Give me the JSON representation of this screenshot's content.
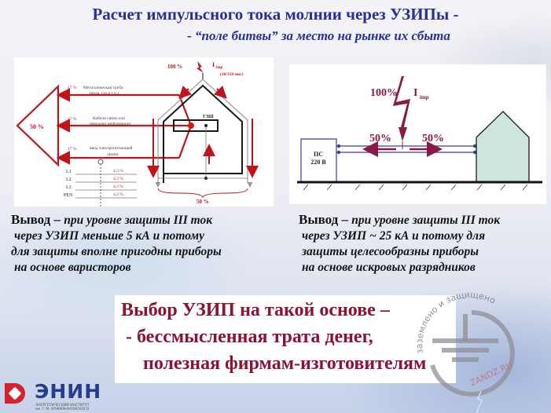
{
  "slide": {
    "title": "Расчет импульсного тока молнии через УЗИПы -",
    "subtitle": "- “поле битвы” за место на рынке их сбыта"
  },
  "diagram_left": {
    "top_percent": "100 %",
    "current_label": "I",
    "current_sub": "imp",
    "waveform": "(10/350 мкс)",
    "paths": [
      {
        "percent": "17 %",
        "label_1": "Металлическая труба",
        "label_2": "(вода, газ и т.п.)"
      },
      {
        "percent": "17 %",
        "label_1": "Кабели связи или",
        "label_2": "передачи информации"
      },
      {
        "percent": "17 %",
        "label_1": "ввод электропитающей",
        "label_2": "линии"
      }
    ],
    "sum_percent": "50 %",
    "bus_label": "ГЗШ",
    "earth_percent": "50 %",
    "conductors": [
      {
        "name": "L1",
        "percent": "4,3 %"
      },
      {
        "name": "L2",
        "percent": "4,3 %"
      },
      {
        "name": "L3",
        "percent": "4,3 %"
      },
      {
        "name": "PEN",
        "percent": "4,3 %"
      }
    ],
    "colors": {
      "arrow": "#c0141c",
      "line": "#1a1a1a"
    }
  },
  "diagram_right": {
    "top_percent": "100%",
    "current_label": "I",
    "current_sub": "imp",
    "left_percent": "50%",
    "right_percent": "50%",
    "substation_line1": "ПС",
    "substation_line2": "220 В",
    "colors": {
      "bolt": "#8c1846",
      "line": "#3b3fa0",
      "house": "#cde6dc"
    }
  },
  "conclusion_left": {
    "lead": "Вывод – ",
    "line1": "при уровне защиты III ток",
    "line2": "через УЗИП меньше 5 кА и потому",
    "line3": "для защиты вполне пригодны приборы",
    "line4": "на основе варисторов"
  },
  "conclusion_right": {
    "lead": "Вывод – ",
    "line1": "при уровне защиты III ток",
    "line2": "через УЗИП ~ 25 кА и потому для",
    "line3": "защиты целесообразны приборы",
    "line4": "на основе искровых разрядников"
  },
  "verdict": {
    "line1": "Выбор УЗИП на такой основе –",
    "line2": "- бессмысленная трата денег,",
    "line3": "полезная фирмам-изготовителям",
    "color": "#8e1232"
  },
  "watermark": {
    "arc_text": "заземлено и защищено",
    "site": "ZANDZ.RU"
  },
  "logo": {
    "name": "ЭНИН",
    "subtitle_1": "ЭНЕРГЕТИЧЕСКИЙ ИНСТИТУТ",
    "subtitle_2": "им. Г.М. КРЖИЖАНОВСКОГО"
  }
}
